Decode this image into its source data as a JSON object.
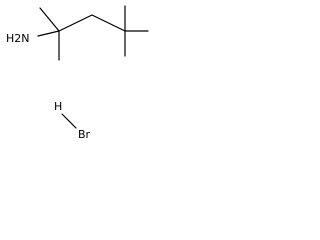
{
  "molecule": {
    "amine_label": "H2N",
    "hydrogen_label": "H",
    "bromine_label": "Br"
  },
  "colors": {
    "bond": "#000000",
    "text": "#000000",
    "background": "#ffffff"
  }
}
